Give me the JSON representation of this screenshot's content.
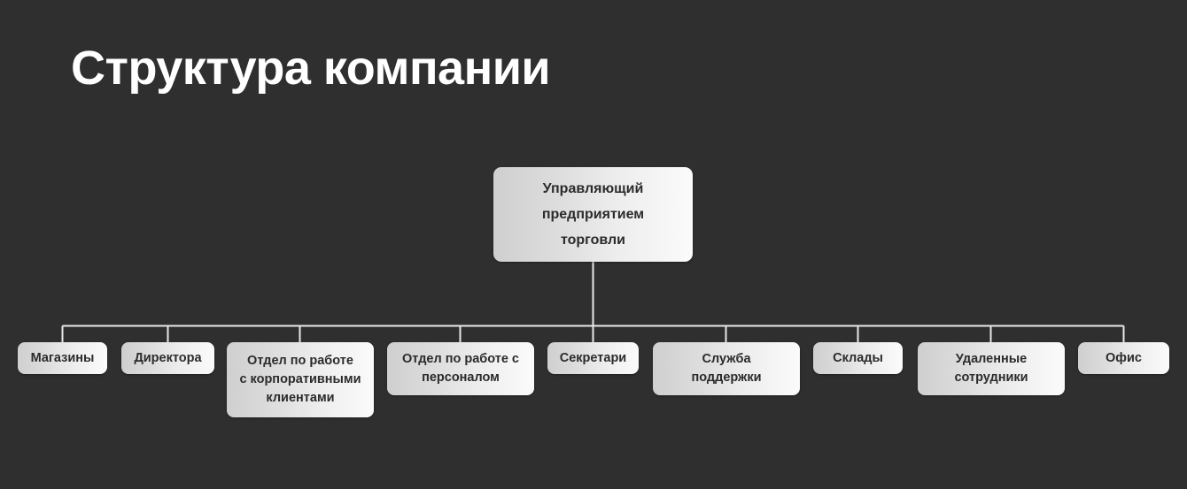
{
  "page": {
    "title": "Структура компании",
    "background_color": "#2f2f2f",
    "title_color": "#ffffff",
    "node_text_color": "#2b2b2b",
    "connector_color": "#e8e8e8",
    "node_gradient_from": "#cfcfcf",
    "node_gradient_to": "#fbfbfb"
  },
  "chart_data": {
    "type": "diagram",
    "diagram_type": "organizational-chart",
    "title": "Структура компании",
    "orientation": "top-down",
    "root": {
      "label": "Управляющий предприятием торговли",
      "lines": [
        "Управляющий",
        "предприятием",
        "торговли"
      ]
    },
    "children": [
      {
        "label": "Магазины",
        "lines": [
          "Магазины"
        ]
      },
      {
        "label": "Директора",
        "lines": [
          "Директора"
        ]
      },
      {
        "label": "Отдел по работе с корпоративными клиентами",
        "lines": [
          "Отдел по работе",
          "с корпоративными",
          "клиентами"
        ]
      },
      {
        "label": "Отдел по работе с персоналом",
        "lines": [
          "Отдел по работе с",
          "персоналом"
        ]
      },
      {
        "label": "Секретари",
        "lines": [
          "Секретари"
        ]
      },
      {
        "label": "Служба поддержки",
        "lines": [
          "Служба",
          "поддержки"
        ]
      },
      {
        "label": "Склады",
        "lines": [
          "Склады"
        ]
      },
      {
        "label": "Удаленные сотрудники",
        "lines": [
          "Удаленные",
          "сотрудники"
        ]
      },
      {
        "label": "Офис",
        "lines": [
          "Офис"
        ]
      }
    ],
    "child_count": 9
  },
  "nodes": {
    "root": {
      "text": "Управляющий\nпредприятием\nторговли"
    },
    "magaziny": {
      "text": "Магазины"
    },
    "direktora": {
      "text": "Директора"
    },
    "corporate": {
      "text": "Отдел по работе\nс корпоративными\nклиентами"
    },
    "personnel": {
      "text": "Отдел по работе с\nперсоналом"
    },
    "sekretari": {
      "text": "Секретари"
    },
    "support": {
      "text": "Служба\nподдержки"
    },
    "sklady": {
      "text": "Склады"
    },
    "remote": {
      "text": "Удаленные\nсотрудники"
    },
    "ofis": {
      "text": "Офис"
    }
  }
}
